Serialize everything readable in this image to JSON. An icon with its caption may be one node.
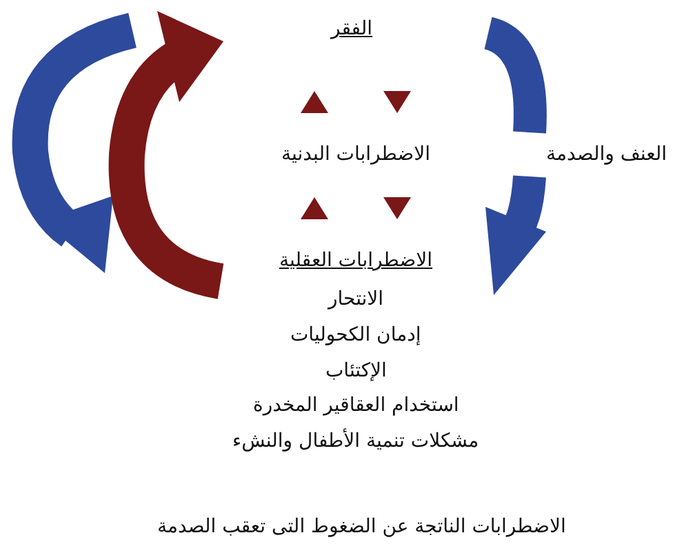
{
  "diagram": {
    "labels": [
      "الفقر",
      "العنف والصدمة",
      "الاضطرابات البدنية",
      "الاضطرابات العقلية",
      "الانتحار",
      "إدمان الكحوليات",
      "الإكتئاب",
      "استخدام العقاقير المخدرة",
      "مشكلات تنمية الأطفال والنشء",
      "الاضطرابات الناتجة عن الضغوط التى تعقب الصدمة"
    ]
  }
}
